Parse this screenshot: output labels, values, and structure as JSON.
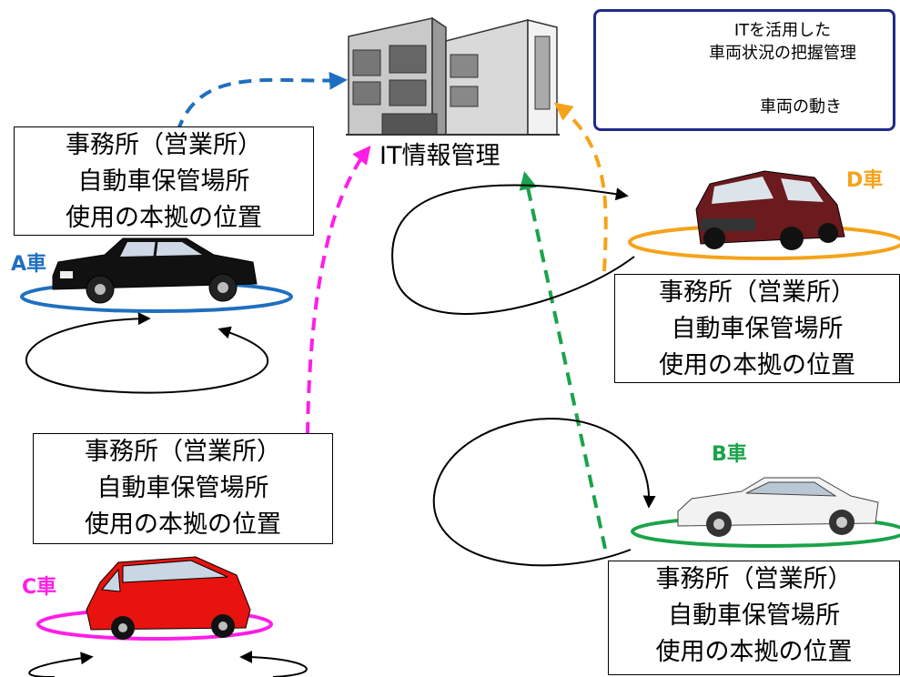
{
  "legend": {
    "it_line1": "ITを活用した",
    "it_line2": "車両状況の把握管理",
    "move": "車両の動き"
  },
  "building": {
    "label": "IT情報管理"
  },
  "office": {
    "line1": "事務所（営業所）",
    "line2": "自動車保管場所",
    "line3": "使用の本拠の位置"
  },
  "cars": {
    "a": "A車",
    "b": "B車",
    "c": "C車",
    "d": "D車"
  },
  "colors": {
    "a": "#1f6fbf",
    "b": "#1aa34a",
    "c": "#ff1ee6",
    "d": "#f5a31a",
    "legend_border": "#1f2a8a"
  }
}
